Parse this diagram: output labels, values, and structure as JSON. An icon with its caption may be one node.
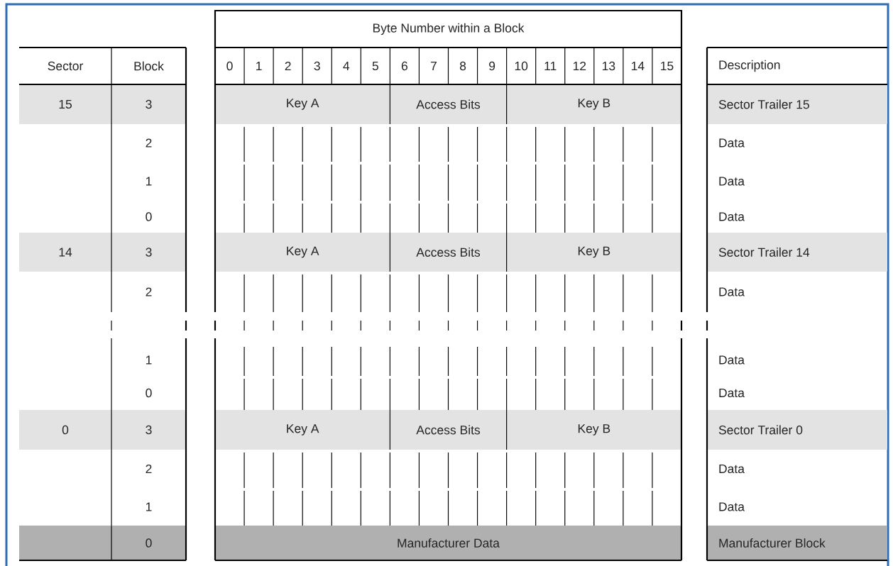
{
  "diagram": {
    "labels": [
      "Byte Number within a Block",
      "Sector",
      "Block",
      "0",
      "1",
      "2",
      "3",
      "4",
      "5",
      "6",
      "7",
      "8",
      "9",
      "10",
      "11",
      "12",
      "13",
      "14",
      "15",
      "Description",
      "15",
      "3",
      "Key A",
      "Access Bits",
      "Key B",
      "Sector Trailer 15",
      "2",
      "Data",
      "1",
      "Data",
      "0",
      "Data",
      "14",
      "3",
      "Key A",
      "Access Bits",
      "Key B",
      "Sector Trailer 14",
      "2",
      "Data",
      "1",
      "Data",
      "0",
      "Data",
      "0",
      "3",
      "Key A",
      "Access Bits",
      "Key B",
      "Sector Trailer 0",
      "2",
      "Data",
      "1",
      "Data",
      "0",
      "Manufacturer Data",
      "Manufacturer Block"
    ]
  }
}
